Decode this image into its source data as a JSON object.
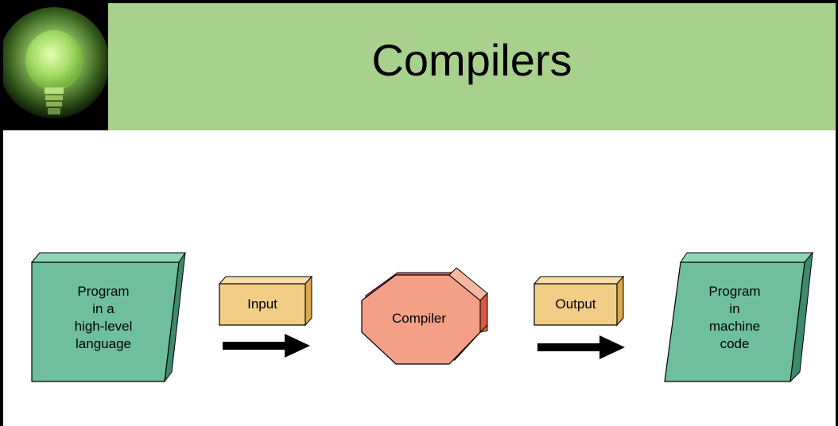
{
  "slide": {
    "title": "Compilers",
    "icon": "lightbulb-icon"
  },
  "diagram": {
    "source_program": [
      "Program",
      "in a",
      "high-level",
      "language"
    ],
    "input_label": "Input",
    "compiler_label": "Compiler",
    "output_label": "Output",
    "target_program": [
      "Program",
      "in",
      "machine",
      "code"
    ]
  },
  "colors": {
    "header_band": "#a9d18e",
    "program_box": "#6fbf9f",
    "io_box": "#f2cd86",
    "compiler": "#f4a088",
    "compiler_side": "#e36a4f"
  }
}
